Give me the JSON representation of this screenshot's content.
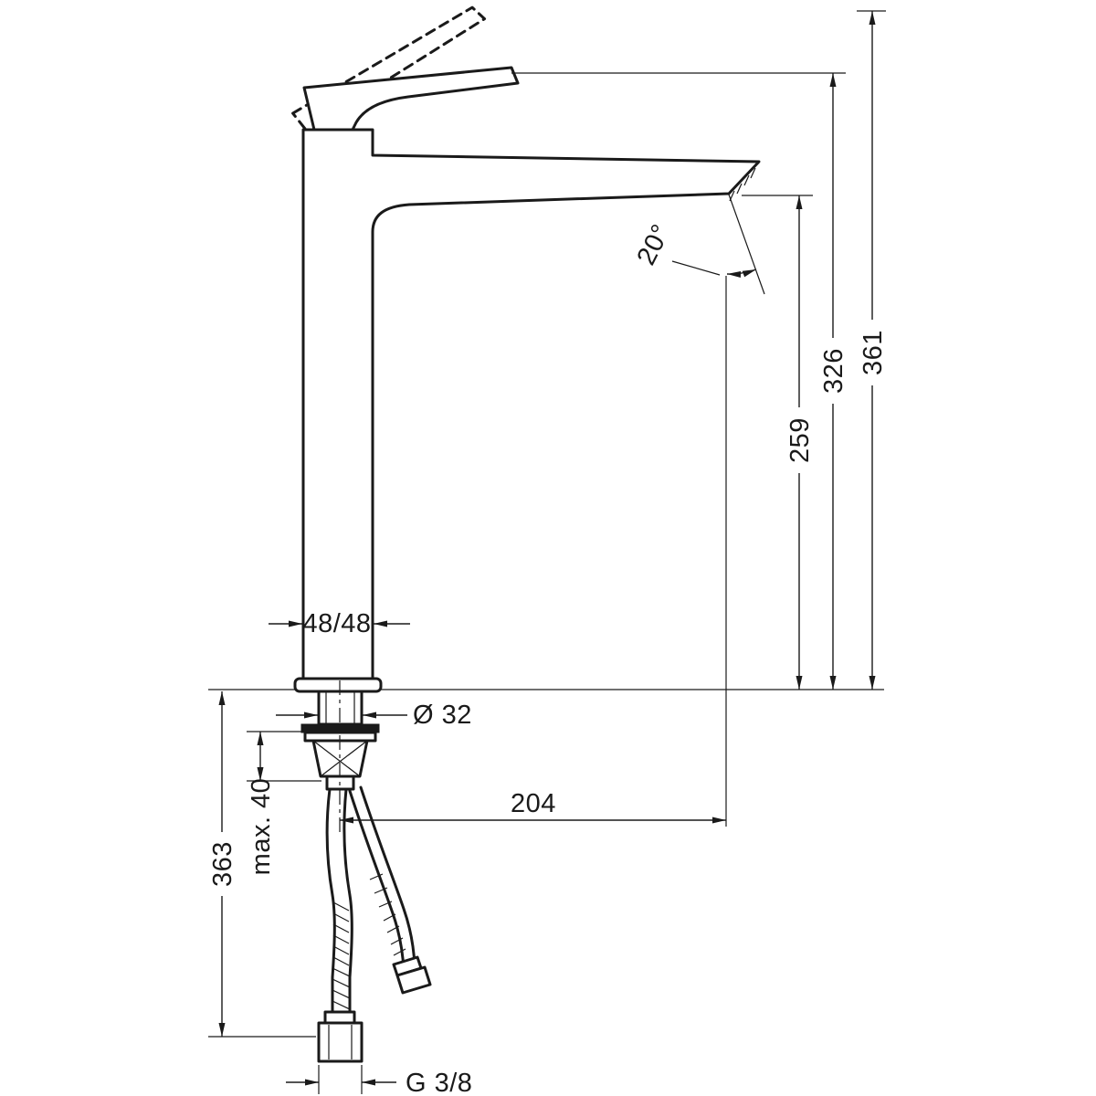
{
  "drawing": {
    "type": "faucet-technical-dimension-drawing",
    "colors": {
      "ink": "#1a1a1a",
      "background": "#ffffff"
    },
    "dimensions": {
      "overall_height": "361",
      "body_height": "326",
      "spout_height": "259",
      "spout_angle": "20°",
      "base_width": "48/48",
      "shank_diameter": "Ø 32",
      "max_mounting_thickness": "max. 40",
      "hose_length": "363",
      "spout_reach": "204",
      "connection_thread": "G 3/8"
    }
  }
}
